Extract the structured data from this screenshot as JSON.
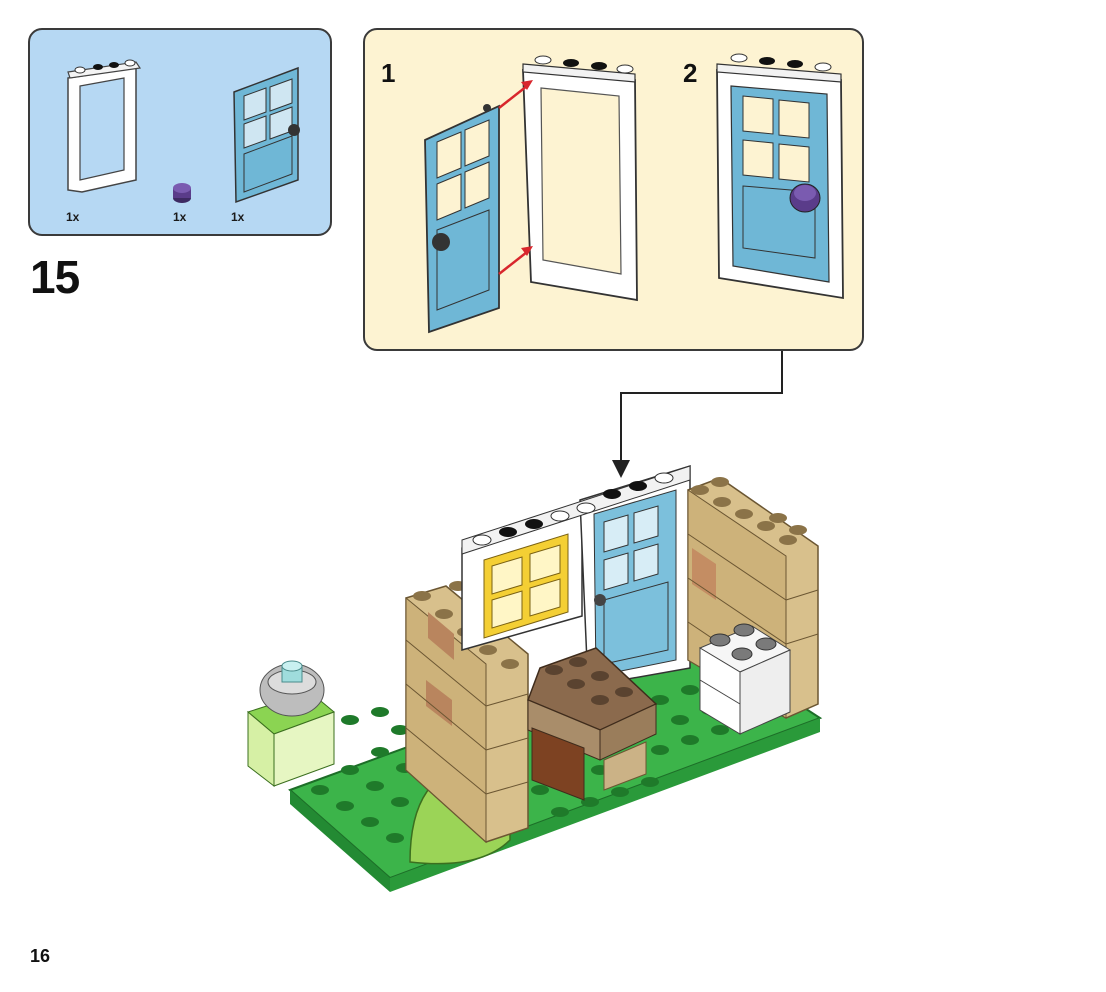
{
  "step": {
    "number": "15"
  },
  "parts": [
    {
      "name": "white-door-frame",
      "qty": "1x"
    },
    {
      "name": "dark-purple-round-plate",
      "qty": "1x"
    },
    {
      "name": "light-blue-door",
      "qty": "1x"
    }
  ],
  "substeps": [
    {
      "number": "1"
    },
    {
      "number": "2"
    }
  ],
  "page": {
    "number": "16"
  },
  "colors": {
    "parts_bg": "#b6d8f3",
    "substep_bg": "#fdf3d2",
    "door_blue": "#6fb7d6",
    "knob_purple": "#5a3c8a",
    "tan": "#d6be8a",
    "green": "#3cb44a",
    "arrow_red": "#d8262c"
  }
}
